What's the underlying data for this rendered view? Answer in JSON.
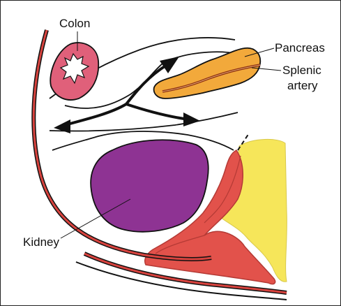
{
  "labels": {
    "colon": "Colon",
    "pancreas": "Pancreas",
    "splenic_line1": "Splenic",
    "splenic_line2": "artery",
    "kidney": "Kidney"
  },
  "colors": {
    "colon_fill": "#e0607a",
    "pancreas_fill": "#f2a93b",
    "splenic_artery": "#8a2b10",
    "kidney_fill": "#8e3393",
    "muscle_fill": "#e2524b",
    "fat_fill": "#f6e65a",
    "fascia_line": "#d8433e",
    "outline": "#111111"
  }
}
